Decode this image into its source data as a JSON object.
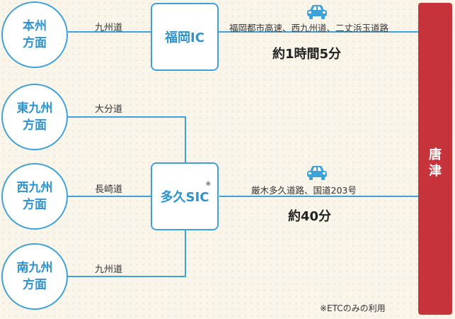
{
  "origins": [
    {
      "line1": "本州",
      "line2": "方面",
      "road": "九州道"
    },
    {
      "line1": "東九州",
      "line2": "方面",
      "road": "大分道"
    },
    {
      "line1": "西九州",
      "line2": "方面",
      "road": "長崎道"
    },
    {
      "line1": "南九州",
      "line2": "方面",
      "road": "九州道"
    }
  ],
  "interchanges": [
    {
      "name": "福岡IC",
      "mark": ""
    },
    {
      "name": "多久SIC",
      "mark": "※"
    }
  ],
  "routes": [
    {
      "route": "福岡都市高速、西九州道、二丈浜玉道路",
      "time": "約1時間5分",
      "icon": "car-icon"
    },
    {
      "route": "厳木多久道路、国道203号",
      "time": "約40分",
      "icon": "car-icon"
    }
  ],
  "destination": {
    "line1": "唐",
    "line2": "津"
  },
  "note": "※ETCのみの利用",
  "colors": {
    "accent": "#3ea2d8",
    "destination": "#c7333b"
  }
}
